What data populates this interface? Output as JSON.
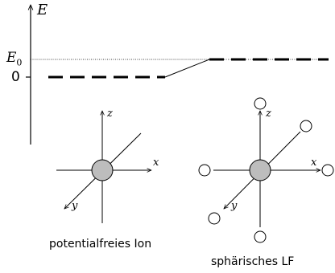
{
  "energy_axis": {
    "axis_label": "E",
    "e0_label": "E",
    "e0_subscript": "0",
    "zero_label": "0"
  },
  "free_ion": {
    "axes": {
      "x": "x",
      "y": "y",
      "z": "z"
    },
    "caption": "potentialfreies Ion"
  },
  "spherical_lf": {
    "axes": {
      "x": "x",
      "y": "y",
      "z": "z"
    },
    "caption": "sphärisches LF"
  },
  "colors": {
    "line": "#000000",
    "ion_fill": "#bdbdbd",
    "ligand_fill": "#ffffff"
  }
}
